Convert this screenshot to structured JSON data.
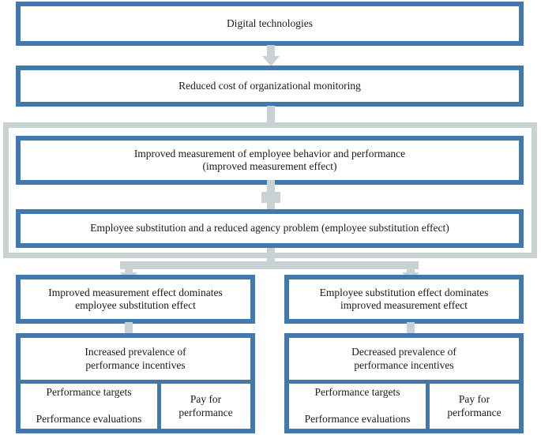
{
  "diagram": {
    "title": "Digital technologies and performance incentives flow chart",
    "colors": {
      "box_border_blue": "#4179ae",
      "connector_gray": "#c8d2d2",
      "background": "#ffffff",
      "text": "#1a1a1a"
    },
    "nodes": {
      "digital_technologies": "Digital technologies",
      "reduced_cost": "Reduced cost of organizational monitoring",
      "improved_measurement": "Improved measurement of employee behavior and performance\n(improved measurement effect)",
      "employee_substitution": "Employee substitution and a reduced agency problem (employee substitution effect)",
      "left_branch_condition": "Improved measurement effect dominates\nemployee substitution effect",
      "right_branch_condition": "Employee substitution effect dominates\nimproved measurement effect",
      "left_outcome": "Increased prevalence of\nperformance incentives",
      "right_outcome": "Decreased prevalence of\nperformance incentives",
      "left_detail_targets": "Performance targets\n\nPerformance evaluations",
      "left_detail_pay": "Pay for\nperformance",
      "right_detail_targets": "Performance targets\n\nPerformance evaluations",
      "right_detail_pay": "Pay for\nperformance"
    },
    "connectors": {
      "arrow_1_label": "arrow from digital technologies to reduced cost",
      "arrow_2_label": "arrow from reduced cost into combined effects group",
      "plus_label": "plus combining improved measurement and employee substitution effects",
      "split_label": "split connector to two branches",
      "arrow_left_branch_label": "arrow to improved measurement dominates branch",
      "arrow_right_branch_label": "arrow to employee substitution dominates branch",
      "arrow_left_outcome_label": "arrow to increased prevalence outcome",
      "arrow_right_outcome_label": "arrow to decreased prevalence outcome"
    }
  }
}
